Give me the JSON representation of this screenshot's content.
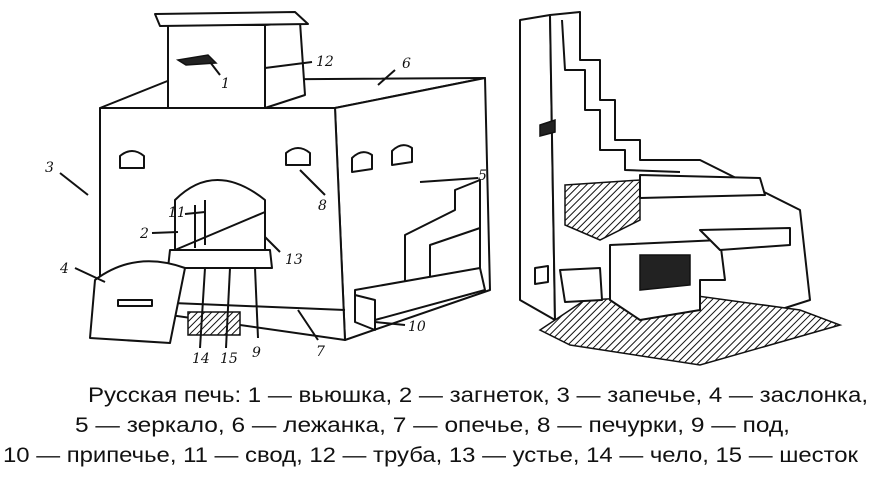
{
  "figure": {
    "labels": {
      "l1": "1",
      "l2": "2",
      "l3": "3",
      "l4": "4",
      "l5": "5",
      "l6": "6",
      "l7": "7",
      "l8": "8",
      "l9": "9",
      "l10": "10",
      "l11": "11",
      "l12": "12",
      "l13": "13",
      "l14": "14",
      "l15": "15"
    },
    "caption": {
      "line1": "Русская печь:  1 — вьюшка, 2 — загнеток, 3 — запечье, 4 — заслонка,",
      "line2": "5 — зеркало, 6 — лежанка, 7 — опечье, 8 — печурки, 9 — под,",
      "line3": "10 — припечье, 11 — свод, 12 — труба, 13 — устье, 14 — чело, 15 — шесток"
    }
  }
}
